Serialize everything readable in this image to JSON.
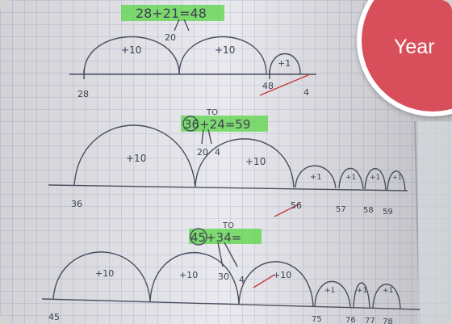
{
  "badge": {
    "label": "Year",
    "color": "#d84f5b"
  },
  "worksheet": {
    "problems": [
      {
        "equation": "28+21=48",
        "partition": [
          "20"
        ],
        "jumps": [
          "+10",
          "+10",
          "+1"
        ],
        "line_marks": [
          "28",
          "48",
          "4"
        ]
      },
      {
        "equation": "36+24=59",
        "place_value": "TO",
        "partition": [
          "20",
          "4"
        ],
        "jumps": [
          "+10",
          "+10",
          "+1",
          "+1",
          "+1",
          "+1"
        ],
        "line_marks": [
          "36",
          "56",
          "57",
          "58",
          "59"
        ]
      },
      {
        "equation": "45+34=",
        "place_value": "TO",
        "partition": [
          "30",
          "4"
        ],
        "jumps": [
          "+10",
          "+10",
          "+10",
          "+1",
          "+1",
          "+1"
        ],
        "line_marks": [
          "45",
          "75",
          "76",
          "77",
          "78"
        ]
      }
    ],
    "highlight_color": "#5ad645",
    "paper_color": "#e9e9ee",
    "grid_color": "#a9b7d8"
  }
}
